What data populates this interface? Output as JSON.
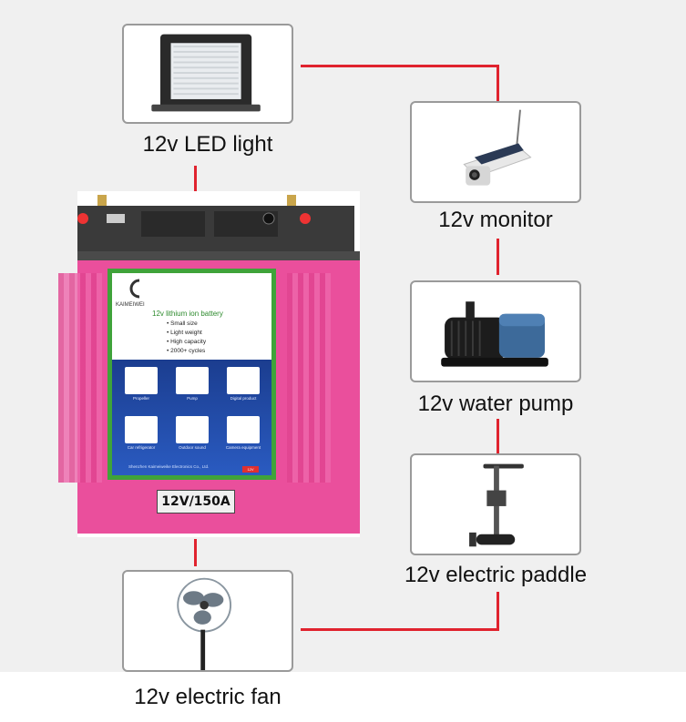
{
  "devices": [
    {
      "id": "led",
      "caption": "12v LED light",
      "icon": "floodlight-icon"
    },
    {
      "id": "monitor",
      "caption": "12v monitor",
      "icon": "security-camera-icon"
    },
    {
      "id": "pump",
      "caption": "12v water pump",
      "icon": "water-pump-icon"
    },
    {
      "id": "paddle",
      "caption": "12v electric paddle",
      "icon": "trolling-motor-icon"
    },
    {
      "id": "fan",
      "caption": "12v electric fan",
      "icon": "standing-fan-icon"
    }
  ],
  "battery": {
    "brand": "KAIMEIWEI",
    "title": "12v lithium ion battery",
    "features": [
      "Small size",
      "Light weight",
      "High capacity",
      "2000+ cycles"
    ],
    "applications": [
      "Propeller",
      "Pump",
      "Digital product",
      "Car refrigerator",
      "Outdoor sound",
      "Camera equipment"
    ],
    "company": "Shenzhen Kaimeiweike Electronics Co., Ltd.",
    "tag": "12V",
    "rating": "12V/150A"
  },
  "colors": {
    "wire": "#e0232e",
    "case": "#ea4f9c",
    "label_border": "#3fa33a",
    "label_blue": "#1b3d8f"
  }
}
